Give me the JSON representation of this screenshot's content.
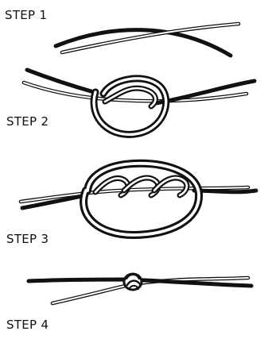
{
  "steps": [
    {
      "label": "STEP 1"
    },
    {
      "label": "STEP 2"
    },
    {
      "label": "STEP 3"
    },
    {
      "label": "STEP 4"
    }
  ],
  "colors": {
    "background": "#ffffff",
    "line_dark": "#111111",
    "line_light": "#ffffff"
  },
  "figure_type": "knot-tying-instructions"
}
